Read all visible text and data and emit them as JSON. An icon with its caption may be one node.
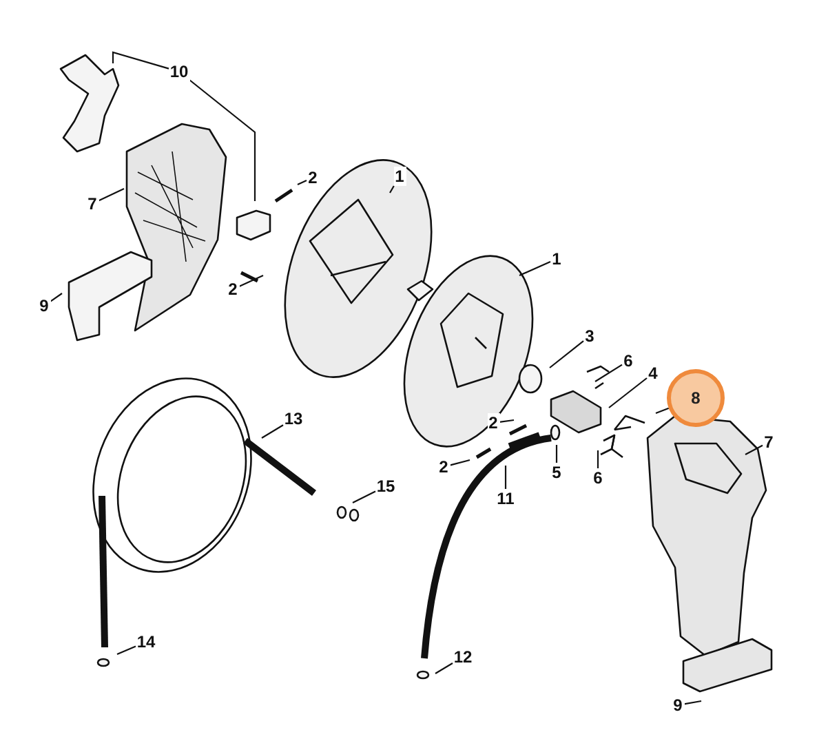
{
  "diagram": {
    "nodes": [
      {
        "text": [
          "10"
        ]
      },
      {
        "text": [
          "7"
        ]
      },
      {
        "text": [
          "2"
        ]
      },
      {
        "text": [
          "1"
        ]
      },
      {
        "text": [
          "2"
        ]
      },
      {
        "text": [
          "9"
        ]
      },
      {
        "text": [
          "1"
        ]
      },
      {
        "text": [
          "3"
        ]
      },
      {
        "text": [
          "6"
        ]
      },
      {
        "text": [
          "4"
        ]
      },
      {
        "text": [
          "8"
        ]
      },
      {
        "text": [
          "7"
        ]
      },
      {
        "text": [
          "13"
        ]
      },
      {
        "text": [
          "15"
        ]
      },
      {
        "text": [
          "2"
        ]
      },
      {
        "text": [
          "2"
        ]
      },
      {
        "text": [
          "11"
        ]
      },
      {
        "text": [
          "5"
        ]
      },
      {
        "text": [
          "6"
        ]
      },
      {
        "text": [
          "14"
        ]
      },
      {
        "text": [
          "12"
        ]
      },
      {
        "text": [
          "9"
        ]
      }
    ],
    "edges": [
      {
        "from": 0,
        "to": null,
        "arrow": "none"
      },
      {
        "from": 0,
        "to": null,
        "arrow": "none"
      },
      {
        "from": 1,
        "to": null,
        "arrow": "none"
      },
      {
        "from": 2,
        "to": null,
        "arrow": "none"
      },
      {
        "from": 3,
        "to": null,
        "arrow": "none"
      },
      {
        "from": 4,
        "to": null,
        "arrow": "none"
      },
      {
        "from": 5,
        "to": null,
        "arrow": "none"
      },
      {
        "from": 6,
        "to": null,
        "arrow": "none"
      },
      {
        "from": 7,
        "to": null,
        "arrow": "none"
      },
      {
        "from": 8,
        "to": null,
        "arrow": "none"
      },
      {
        "from": 9,
        "to": null,
        "arrow": "none"
      },
      {
        "from": 10,
        "to": null,
        "arrow": "none"
      },
      {
        "from": 11,
        "to": null,
        "arrow": "none"
      },
      {
        "from": 12,
        "to": null,
        "arrow": "none"
      },
      {
        "from": 13,
        "to": null,
        "arrow": "none"
      },
      {
        "from": 14,
        "to": null,
        "arrow": "none"
      },
      {
        "from": 15,
        "to": null,
        "arrow": "none"
      },
      {
        "from": 16,
        "to": null,
        "arrow": "none"
      },
      {
        "from": 17,
        "to": null,
        "arrow": "none"
      },
      {
        "from": 18,
        "to": null,
        "arrow": "none"
      },
      {
        "from": 19,
        "to": null,
        "arrow": "none"
      },
      {
        "from": 20,
        "to": null,
        "arrow": "none"
      },
      {
        "from": 21,
        "to": null,
        "arrow": "none"
      }
    ]
  }
}
